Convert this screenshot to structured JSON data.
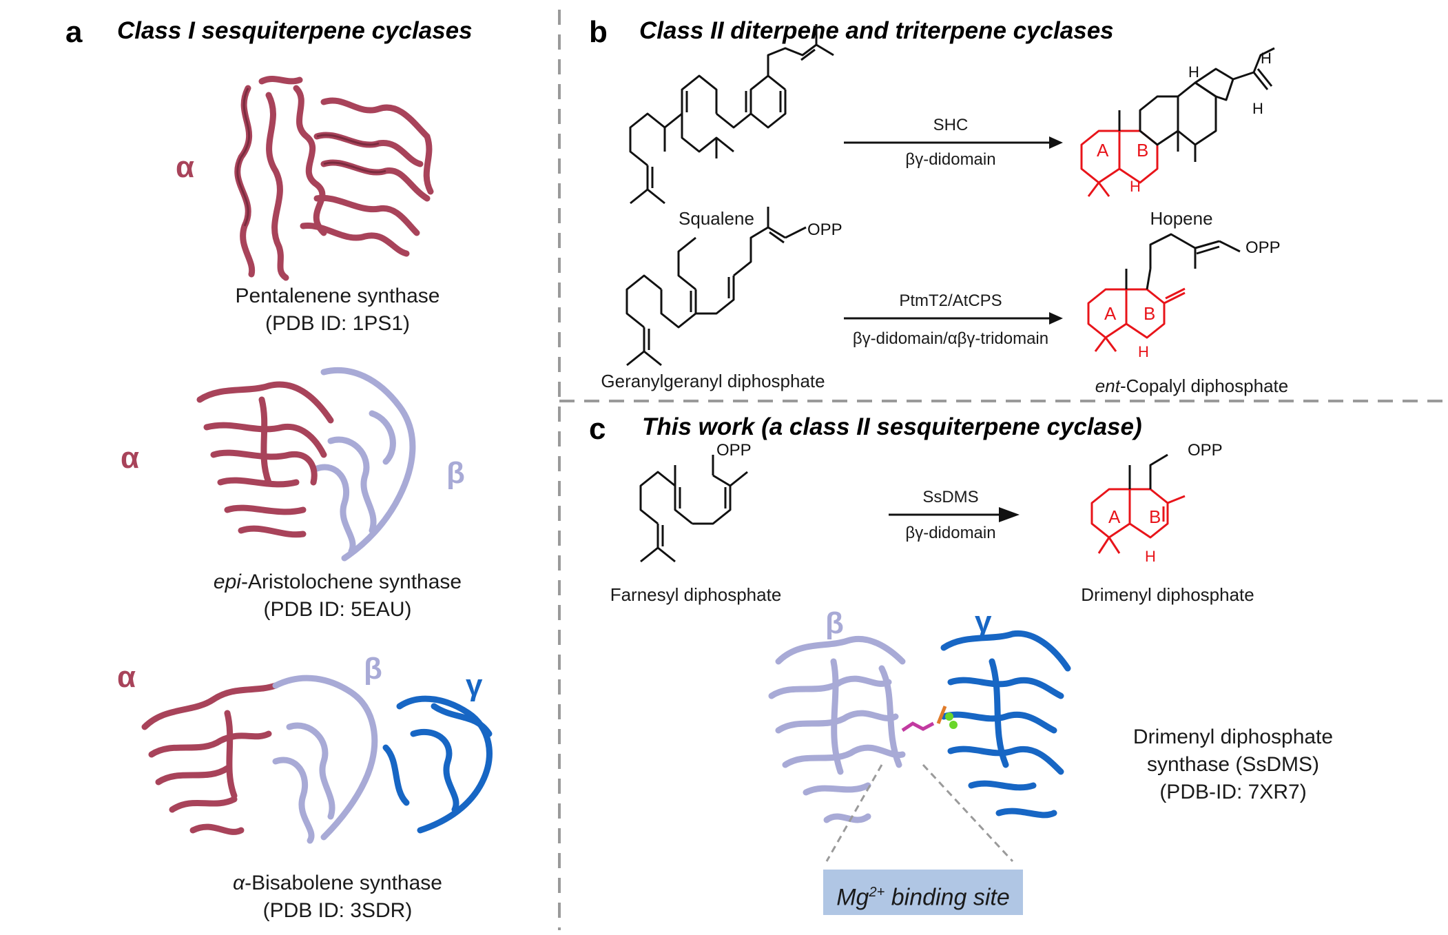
{
  "panels": {
    "a": {
      "letter": "a",
      "title": "Class I sesquiterpene cyclases",
      "proteins": [
        {
          "name": "Pentalenene synthase",
          "pdb": "(PDB ID: 1PS1)",
          "domains": [
            "α"
          ]
        },
        {
          "name_prefix": "epi",
          "name_suffix": "-Aristolochene synthase",
          "pdb": "(PDB ID: 5EAU)",
          "domains": [
            "α",
            "β"
          ]
        },
        {
          "name_prefix": "α",
          "name_suffix": "-Bisabolene synthase",
          "pdb": "(PDB ID: 3SDR)",
          "domains": [
            "α",
            "β",
            "γ"
          ]
        }
      ]
    },
    "b": {
      "letter": "b",
      "title": "Class II diterpene and triterpene cyclases",
      "reactions": [
        {
          "substrate": "Squalene",
          "enzyme": "SHC",
          "domain": "βγ-didomain",
          "product": "Hopene"
        },
        {
          "substrate": "Geranylgeranyl diphosphate",
          "enzyme": "PtmT2/AtCPS",
          "domain": "βγ-didomain/αβγ-tridomain",
          "product_prefix": "ent",
          "product_suffix": "-Copalyl diphosphate"
        }
      ]
    },
    "c": {
      "letter": "c",
      "title": "This work (a class II sesquiterpene cyclase)",
      "reaction": {
        "substrate": "Farnesyl diphosphate",
        "enzyme": "SsDMS",
        "domain": "βγ-didomain",
        "product": "Drimenyl diphosphate"
      },
      "protein_caption": [
        "Drimenyl diphosphate",
        "synthase (SsDMS)",
        "(PDB-ID: 7XR7)"
      ],
      "domains": [
        "β",
        "γ"
      ],
      "site_label_main": "Mg",
      "site_label_sup": "2+",
      "site_label_rest": " binding site"
    }
  },
  "chem_text": {
    "opp": "OPP",
    "h": "H",
    "ring_a": "A",
    "ring_b": "B"
  },
  "colors": {
    "alpha": "#a8435a",
    "beta": "#a8aad6",
    "gamma": "#1766c4",
    "red": "#e8141a",
    "divider": "#9a9a9a",
    "mg_box": "#b0c6e4"
  }
}
